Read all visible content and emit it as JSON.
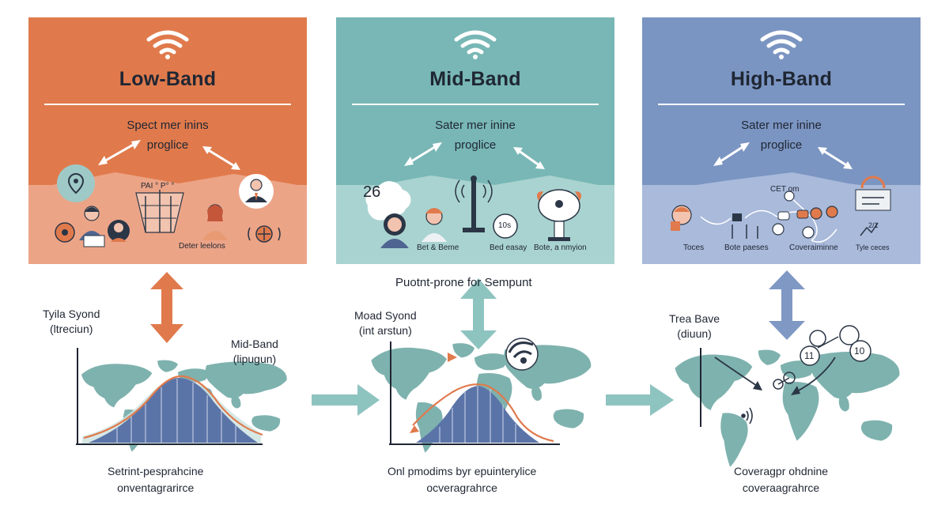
{
  "bands": [
    {
      "id": "low",
      "title": "Low-Band",
      "subtitle": [
        "Spect mer inins",
        "proglice"
      ],
      "icon": "wifi-icon",
      "color": "#e07a4c",
      "labels": {
        "antenna": "PAI ° P° °",
        "bottom": "Deter leelons"
      }
    },
    {
      "id": "mid",
      "title": "Mid-Band",
      "subtitle": [
        "Sater mer inine",
        "proglice"
      ],
      "icon": "wifi-icon",
      "color": "#78b7b5",
      "labels": {
        "bubble": "26",
        "clock": "10s",
        "left": "Bet & Beme",
        "center": "Bed easay",
        "right": "Bote, a nmyion"
      }
    },
    {
      "id": "high",
      "title": "High-Band",
      "subtitle": [
        "Sater mer inine",
        "proglice"
      ],
      "icon": "wifi-icon",
      "color": "#7b95c2",
      "labels": {
        "top": "CET om",
        "c1": "Toces",
        "c2": "Bote paeses",
        "c3": "Coveraiminne",
        "c4": "Tyle ceces",
        "tag": "2/1"
      }
    }
  ],
  "diagrams": {
    "low": {
      "side_label_1": [
        "Tyila Syond",
        "(ltreciun)"
      ],
      "side_label_2": [
        "Mid-Band",
        "(lipugun)"
      ],
      "caption": [
        "Setrint-pesprahcine",
        "onventagrarirce"
      ]
    },
    "mid": {
      "top_label": "Puotnt-prone for Sempunt",
      "side_label": [
        "Moad Syond",
        "(int arstun)"
      ],
      "caption": [
        "Onl pmodims byr epuinterylice",
        "ocveragrahrce"
      ]
    },
    "high": {
      "side_label": [
        "Trea Bave",
        "(diuun)"
      ],
      "node_labels": [
        "11",
        "10"
      ],
      "caption": [
        "Coveragpr ohdnine",
        "coveraagrahrce"
      ]
    }
  },
  "colors": {
    "orange": "#e07a4c",
    "teal": "#78b7b5",
    "blue": "#7b95c2",
    "arrow_teal": "#8ec4c0",
    "arrow_blue": "#7f98c4",
    "map": "#7eb2ae",
    "curve_fill": "#5b74a8",
    "curve_line": "#e07a4c"
  }
}
